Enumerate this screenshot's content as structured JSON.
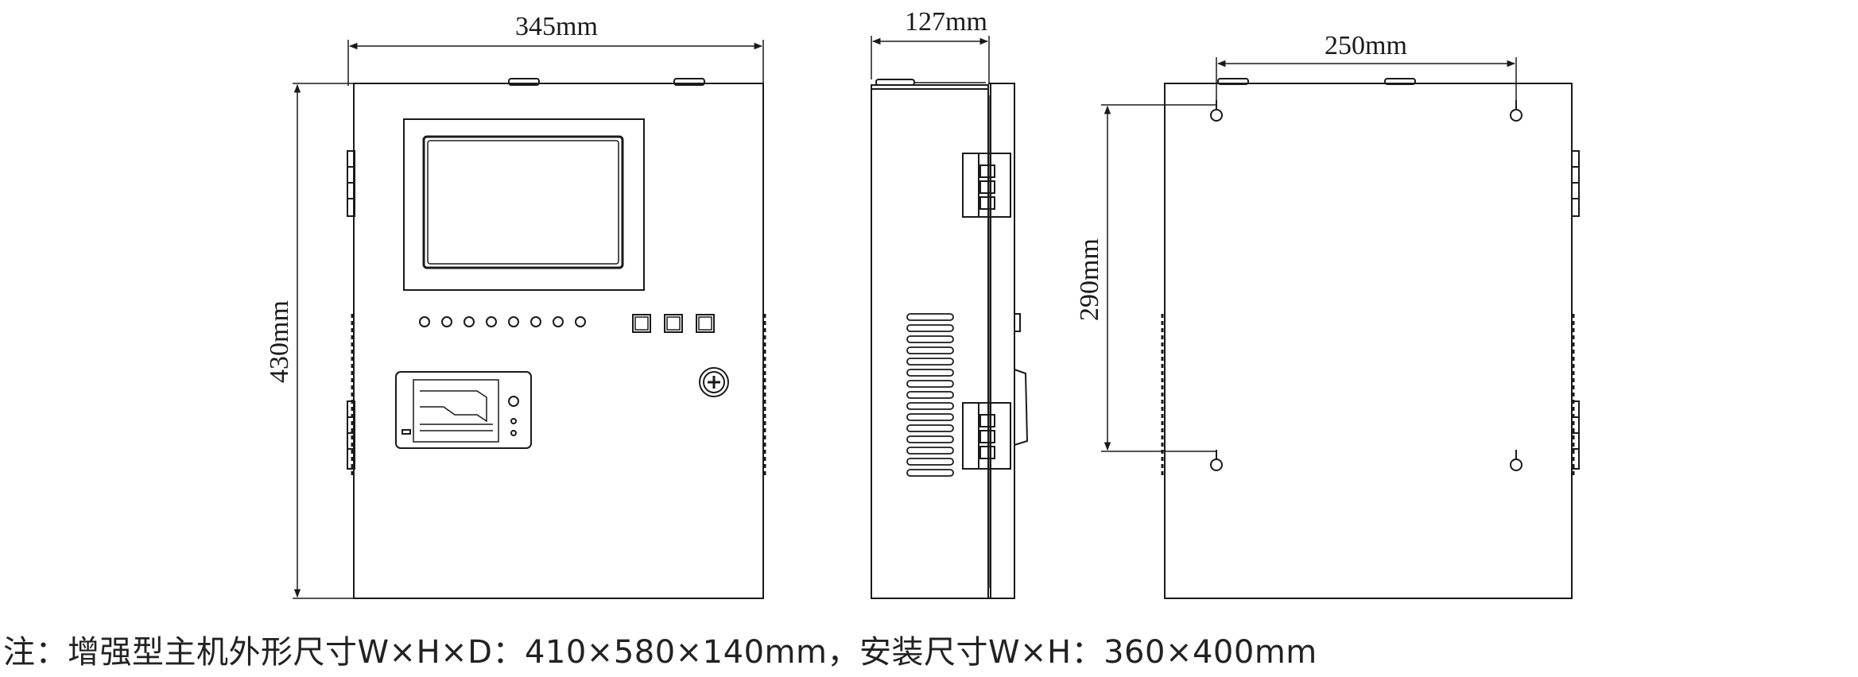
{
  "dimensions": {
    "front_width": "345mm",
    "front_height": "430mm",
    "side_depth": "127mm",
    "rear_hole_spacing_h": "250mm",
    "rear_hole_spacing_v": "290mm"
  },
  "note": "注：增强型主机外形尺寸W×H×D：410×580×140mm，安装尺寸W×H：360×400mm",
  "colors": {
    "line": "#1a1a1a",
    "background": "#ffffff"
  }
}
